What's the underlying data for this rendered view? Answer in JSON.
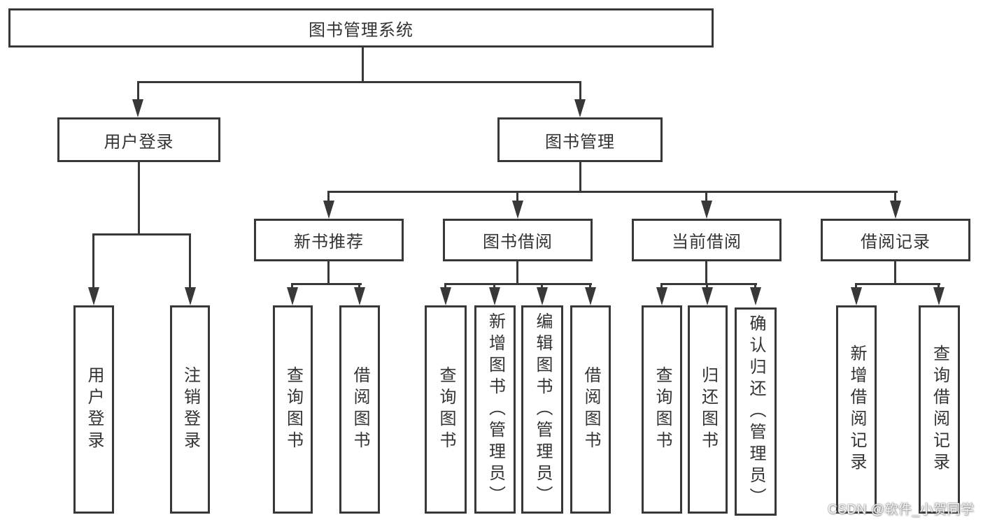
{
  "tree": {
    "label": "图书管理系统",
    "children": [
      {
        "label": "用户登录",
        "children": [
          {
            "label": "用户登录"
          },
          {
            "label": "注销登录"
          }
        ]
      },
      {
        "label": "图书管理",
        "children": [
          {
            "label": "新书推荐",
            "children": [
              {
                "label": "查询图书"
              },
              {
                "label": "借阅图书"
              }
            ]
          },
          {
            "label": "图书借阅",
            "children": [
              {
                "label": "查询图书"
              },
              {
                "label": "新增图书（管理员）"
              },
              {
                "label": "编辑图书（管理员）"
              },
              {
                "label": "借阅图书"
              }
            ]
          },
          {
            "label": "当前借阅",
            "children": [
              {
                "label": "查询图书"
              },
              {
                "label": "归还图书"
              },
              {
                "label": "确认归还（管理员）"
              }
            ]
          },
          {
            "label": "借阅记录",
            "children": [
              {
                "label": "新增借阅记录"
              },
              {
                "label": "查询借阅记录"
              }
            ]
          }
        ]
      }
    ]
  },
  "watermark": "CSDN @软件_小贺同学",
  "colors": {
    "line": "#383838",
    "text": "#333333",
    "background": "#ffffff",
    "box_fill": "#ffffff"
  }
}
